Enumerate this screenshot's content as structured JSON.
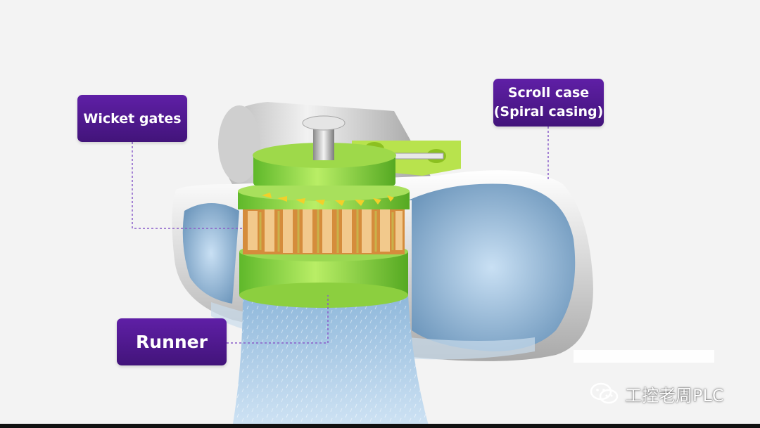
{
  "labels": {
    "wicket_gates": "Wicket gates",
    "scroll_case_line1": "Scroll case",
    "scroll_case_line2": "(Spiral casing)",
    "runner": "Runner"
  },
  "watermark": {
    "text": "工控老周PLC",
    "icon": "wechat-icon"
  },
  "colors": {
    "callout_purple": "#4e1890",
    "leader_line": "#8a5cc9",
    "casing_grey": "#d8d8d8",
    "water_blue": "#9cc3e4",
    "green_parts": "#7fd23a",
    "runner_blades": "#e09a50"
  }
}
